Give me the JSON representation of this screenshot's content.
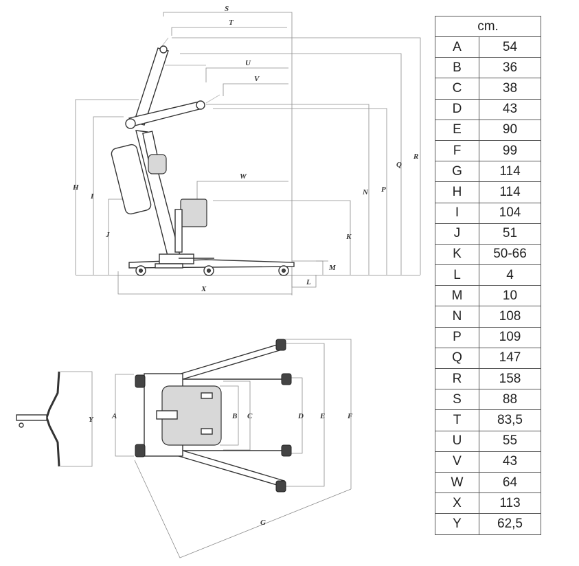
{
  "table": {
    "unit_header": "cm.",
    "rows": [
      {
        "letter": "A",
        "value": "54"
      },
      {
        "letter": "B",
        "value": "36"
      },
      {
        "letter": "C",
        "value": "38"
      },
      {
        "letter": "D",
        "value": "43"
      },
      {
        "letter": "E",
        "value": "90"
      },
      {
        "letter": "F",
        "value": "99"
      },
      {
        "letter": "G",
        "value": "114"
      },
      {
        "letter": "H",
        "value": "114"
      },
      {
        "letter": "I",
        "value": "104"
      },
      {
        "letter": "J",
        "value": "51"
      },
      {
        "letter": "K",
        "value": "50-66"
      },
      {
        "letter": "L",
        "value": "4"
      },
      {
        "letter": "M",
        "value": "10"
      },
      {
        "letter": "N",
        "value": "108"
      },
      {
        "letter": "P",
        "value": "109"
      },
      {
        "letter": "Q",
        "value": "147"
      },
      {
        "letter": "R",
        "value": "158"
      },
      {
        "letter": "S",
        "value": "88"
      },
      {
        "letter": "T",
        "value": "83,5"
      },
      {
        "letter": "U",
        "value": "55"
      },
      {
        "letter": "V",
        "value": "43"
      },
      {
        "letter": "W",
        "value": "64"
      },
      {
        "letter": "X",
        "value": "113"
      },
      {
        "letter": "Y",
        "value": "62,5"
      }
    ]
  },
  "side_view": {
    "labels": {
      "S": "S",
      "T": "T",
      "U": "U",
      "V": "V",
      "W": "W",
      "H": "H",
      "I": "I",
      "J": "J",
      "K": "K",
      "N": "N",
      "P": "P",
      "Q": "Q",
      "R": "R",
      "M": "M",
      "L": "L",
      "X": "X"
    }
  },
  "top_view": {
    "labels": {
      "Y": "Y",
      "A": "A",
      "B": "B",
      "C": "C",
      "D": "D",
      "E": "E",
      "F": "F",
      "G": "G"
    }
  }
}
